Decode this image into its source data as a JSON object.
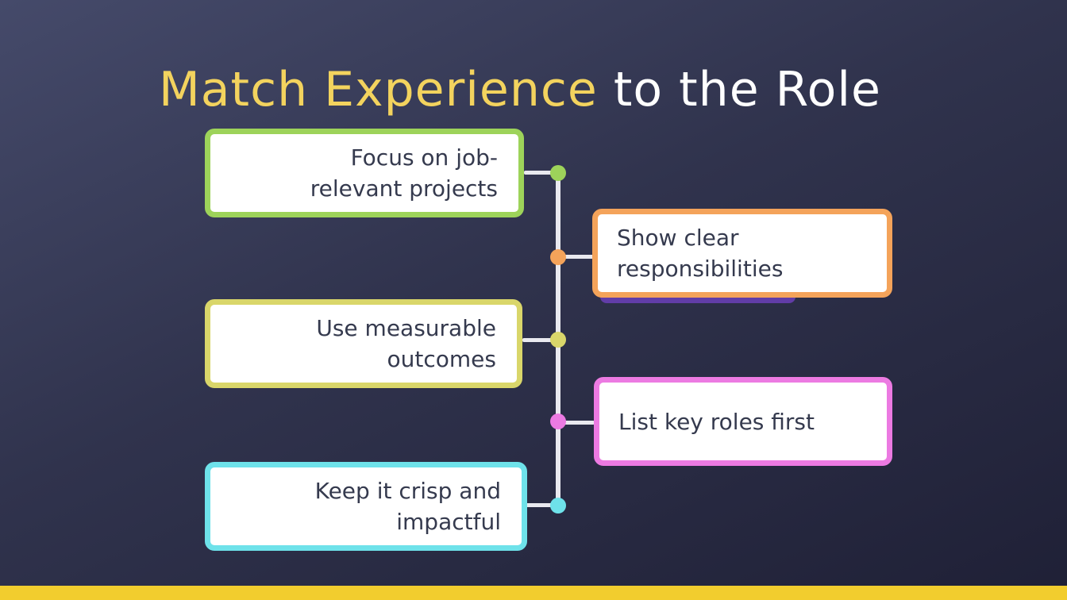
{
  "slide": {
    "title_highlight": "Match Experience",
    "title_rest": " to the Role"
  },
  "items": [
    {
      "text": "Focus on job-relevant projects",
      "side": "left",
      "color": "#9dd35a"
    },
    {
      "text": "Show clear responsibilities",
      "side": "right",
      "color": "#f4a35a"
    },
    {
      "text": "Use measurable outcomes",
      "side": "left",
      "color": "#d9d66a"
    },
    {
      "text": "List key roles first",
      "side": "right",
      "color": "#ec7ae2"
    },
    {
      "text": "Keep it crisp and impactful",
      "side": "left",
      "color": "#6ee2ea"
    }
  ],
  "colors": {
    "title_highlight": "#f3d35e",
    "bottom_bar": "#f2cd2e"
  }
}
